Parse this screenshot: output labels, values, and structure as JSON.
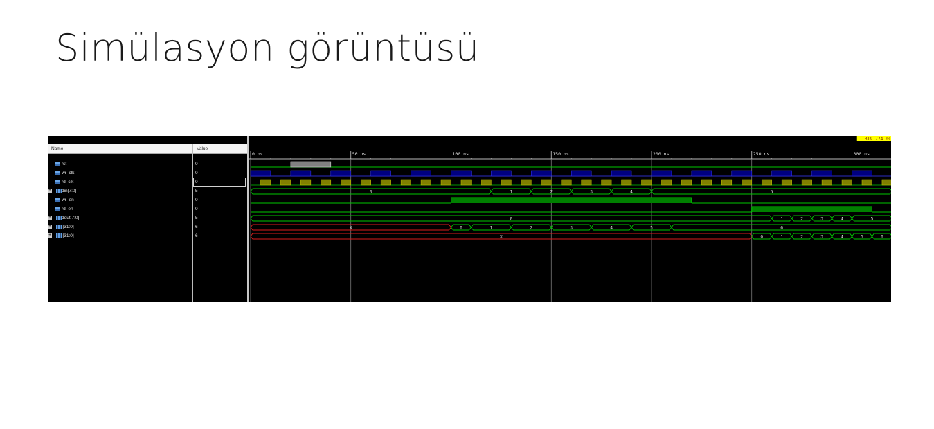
{
  "slide": {
    "title": "Simülasyon görüntüsü"
  },
  "columns": {
    "name": "Name",
    "value": "Value"
  },
  "cursor_time": "319.774 ns",
  "time_ticks": [
    {
      "t": 0,
      "label": "0 ns"
    },
    {
      "t": 50,
      "label": "50 ns"
    },
    {
      "t": 100,
      "label": "100 ns"
    },
    {
      "t": 150,
      "label": "150 ns"
    },
    {
      "t": 200,
      "label": "200 ns"
    },
    {
      "t": 250,
      "label": "250 ns"
    },
    {
      "t": 300,
      "label": "300 ns"
    }
  ],
  "time_range": [
    0,
    320
  ],
  "colors": {
    "bit": "#00c800",
    "bus": "#00c800",
    "undefined": "#dd1c1c",
    "wr_clk": "#000080",
    "rd_clk": "#808000",
    "rst": "#808080",
    "cursor": "#ffff00",
    "gridline": "#8a8a8a"
  },
  "signals": [
    {
      "id": "rst",
      "name": "rst",
      "value": "0",
      "kind": "pulse",
      "from": 20,
      "to": 40,
      "expandable": false
    },
    {
      "id": "wr_clk",
      "name": "wr_clk",
      "value": "0",
      "kind": "clock",
      "period": 20,
      "high_first": 0,
      "expandable": false
    },
    {
      "id": "rd_clk",
      "name": "rd_clk",
      "value": "0",
      "kind": "clock",
      "period": 10,
      "high_first": 5,
      "expandable": false,
      "selected": true
    },
    {
      "id": "din",
      "name": "din[7:0]",
      "value": "5",
      "kind": "bus",
      "expandable": true,
      "segments": [
        {
          "from": 0,
          "to": 120,
          "label": "0"
        },
        {
          "from": 120,
          "to": 140,
          "label": "1"
        },
        {
          "from": 140,
          "to": 160,
          "label": "2"
        },
        {
          "from": 160,
          "to": 180,
          "label": "3"
        },
        {
          "from": 180,
          "to": 200,
          "label": "4"
        },
        {
          "from": 200,
          "to": 320,
          "label": "5"
        }
      ]
    },
    {
      "id": "wr_en",
      "name": "wr_en",
      "value": "0",
      "kind": "level",
      "expandable": false,
      "levels": [
        {
          "from": 0,
          "to": 100,
          "v": 0
        },
        {
          "from": 100,
          "to": 220,
          "v": 1
        },
        {
          "from": 220,
          "to": 320,
          "v": 0
        }
      ]
    },
    {
      "id": "rd_en",
      "name": "rd_en",
      "value": "0",
      "kind": "level",
      "expandable": false,
      "levels": [
        {
          "from": 0,
          "to": 250,
          "v": 0
        },
        {
          "from": 250,
          "to": 310,
          "v": 1
        },
        {
          "from": 310,
          "to": 320,
          "v": 0
        }
      ]
    },
    {
      "id": "dout",
      "name": "dout[7:0]",
      "value": "5",
      "kind": "bus",
      "expandable": true,
      "segments": [
        {
          "from": 0,
          "to": 260,
          "label": "0"
        },
        {
          "from": 260,
          "to": 270,
          "label": "1"
        },
        {
          "from": 270,
          "to": 280,
          "label": "2"
        },
        {
          "from": 280,
          "to": 290,
          "label": "3"
        },
        {
          "from": 290,
          "to": 300,
          "label": "4"
        },
        {
          "from": 300,
          "to": 320,
          "label": "5"
        }
      ]
    },
    {
      "id": "i",
      "name": "i[31:0]",
      "value": "6",
      "kind": "bus",
      "expandable": true,
      "segments": [
        {
          "from": 0,
          "to": 100,
          "label": "X",
          "undefined": true
        },
        {
          "from": 100,
          "to": 110,
          "label": "0"
        },
        {
          "from": 110,
          "to": 130,
          "label": "1"
        },
        {
          "from": 130,
          "to": 150,
          "label": "2"
        },
        {
          "from": 150,
          "to": 170,
          "label": "3"
        },
        {
          "from": 170,
          "to": 190,
          "label": "4"
        },
        {
          "from": 190,
          "to": 210,
          "label": "5"
        },
        {
          "from": 210,
          "to": 320,
          "label": "6"
        }
      ]
    },
    {
      "id": "j",
      "name": "j[31:0]",
      "value": "6",
      "kind": "bus",
      "expandable": true,
      "segments": [
        {
          "from": 0,
          "to": 250,
          "label": "X",
          "undefined": true
        },
        {
          "from": 250,
          "to": 260,
          "label": "0"
        },
        {
          "from": 260,
          "to": 270,
          "label": "1"
        },
        {
          "from": 270,
          "to": 280,
          "label": "2"
        },
        {
          "from": 280,
          "to": 290,
          "label": "3"
        },
        {
          "from": 290,
          "to": 300,
          "label": "4"
        },
        {
          "from": 300,
          "to": 310,
          "label": "5"
        },
        {
          "from": 310,
          "to": 320,
          "label": "6"
        }
      ]
    }
  ]
}
